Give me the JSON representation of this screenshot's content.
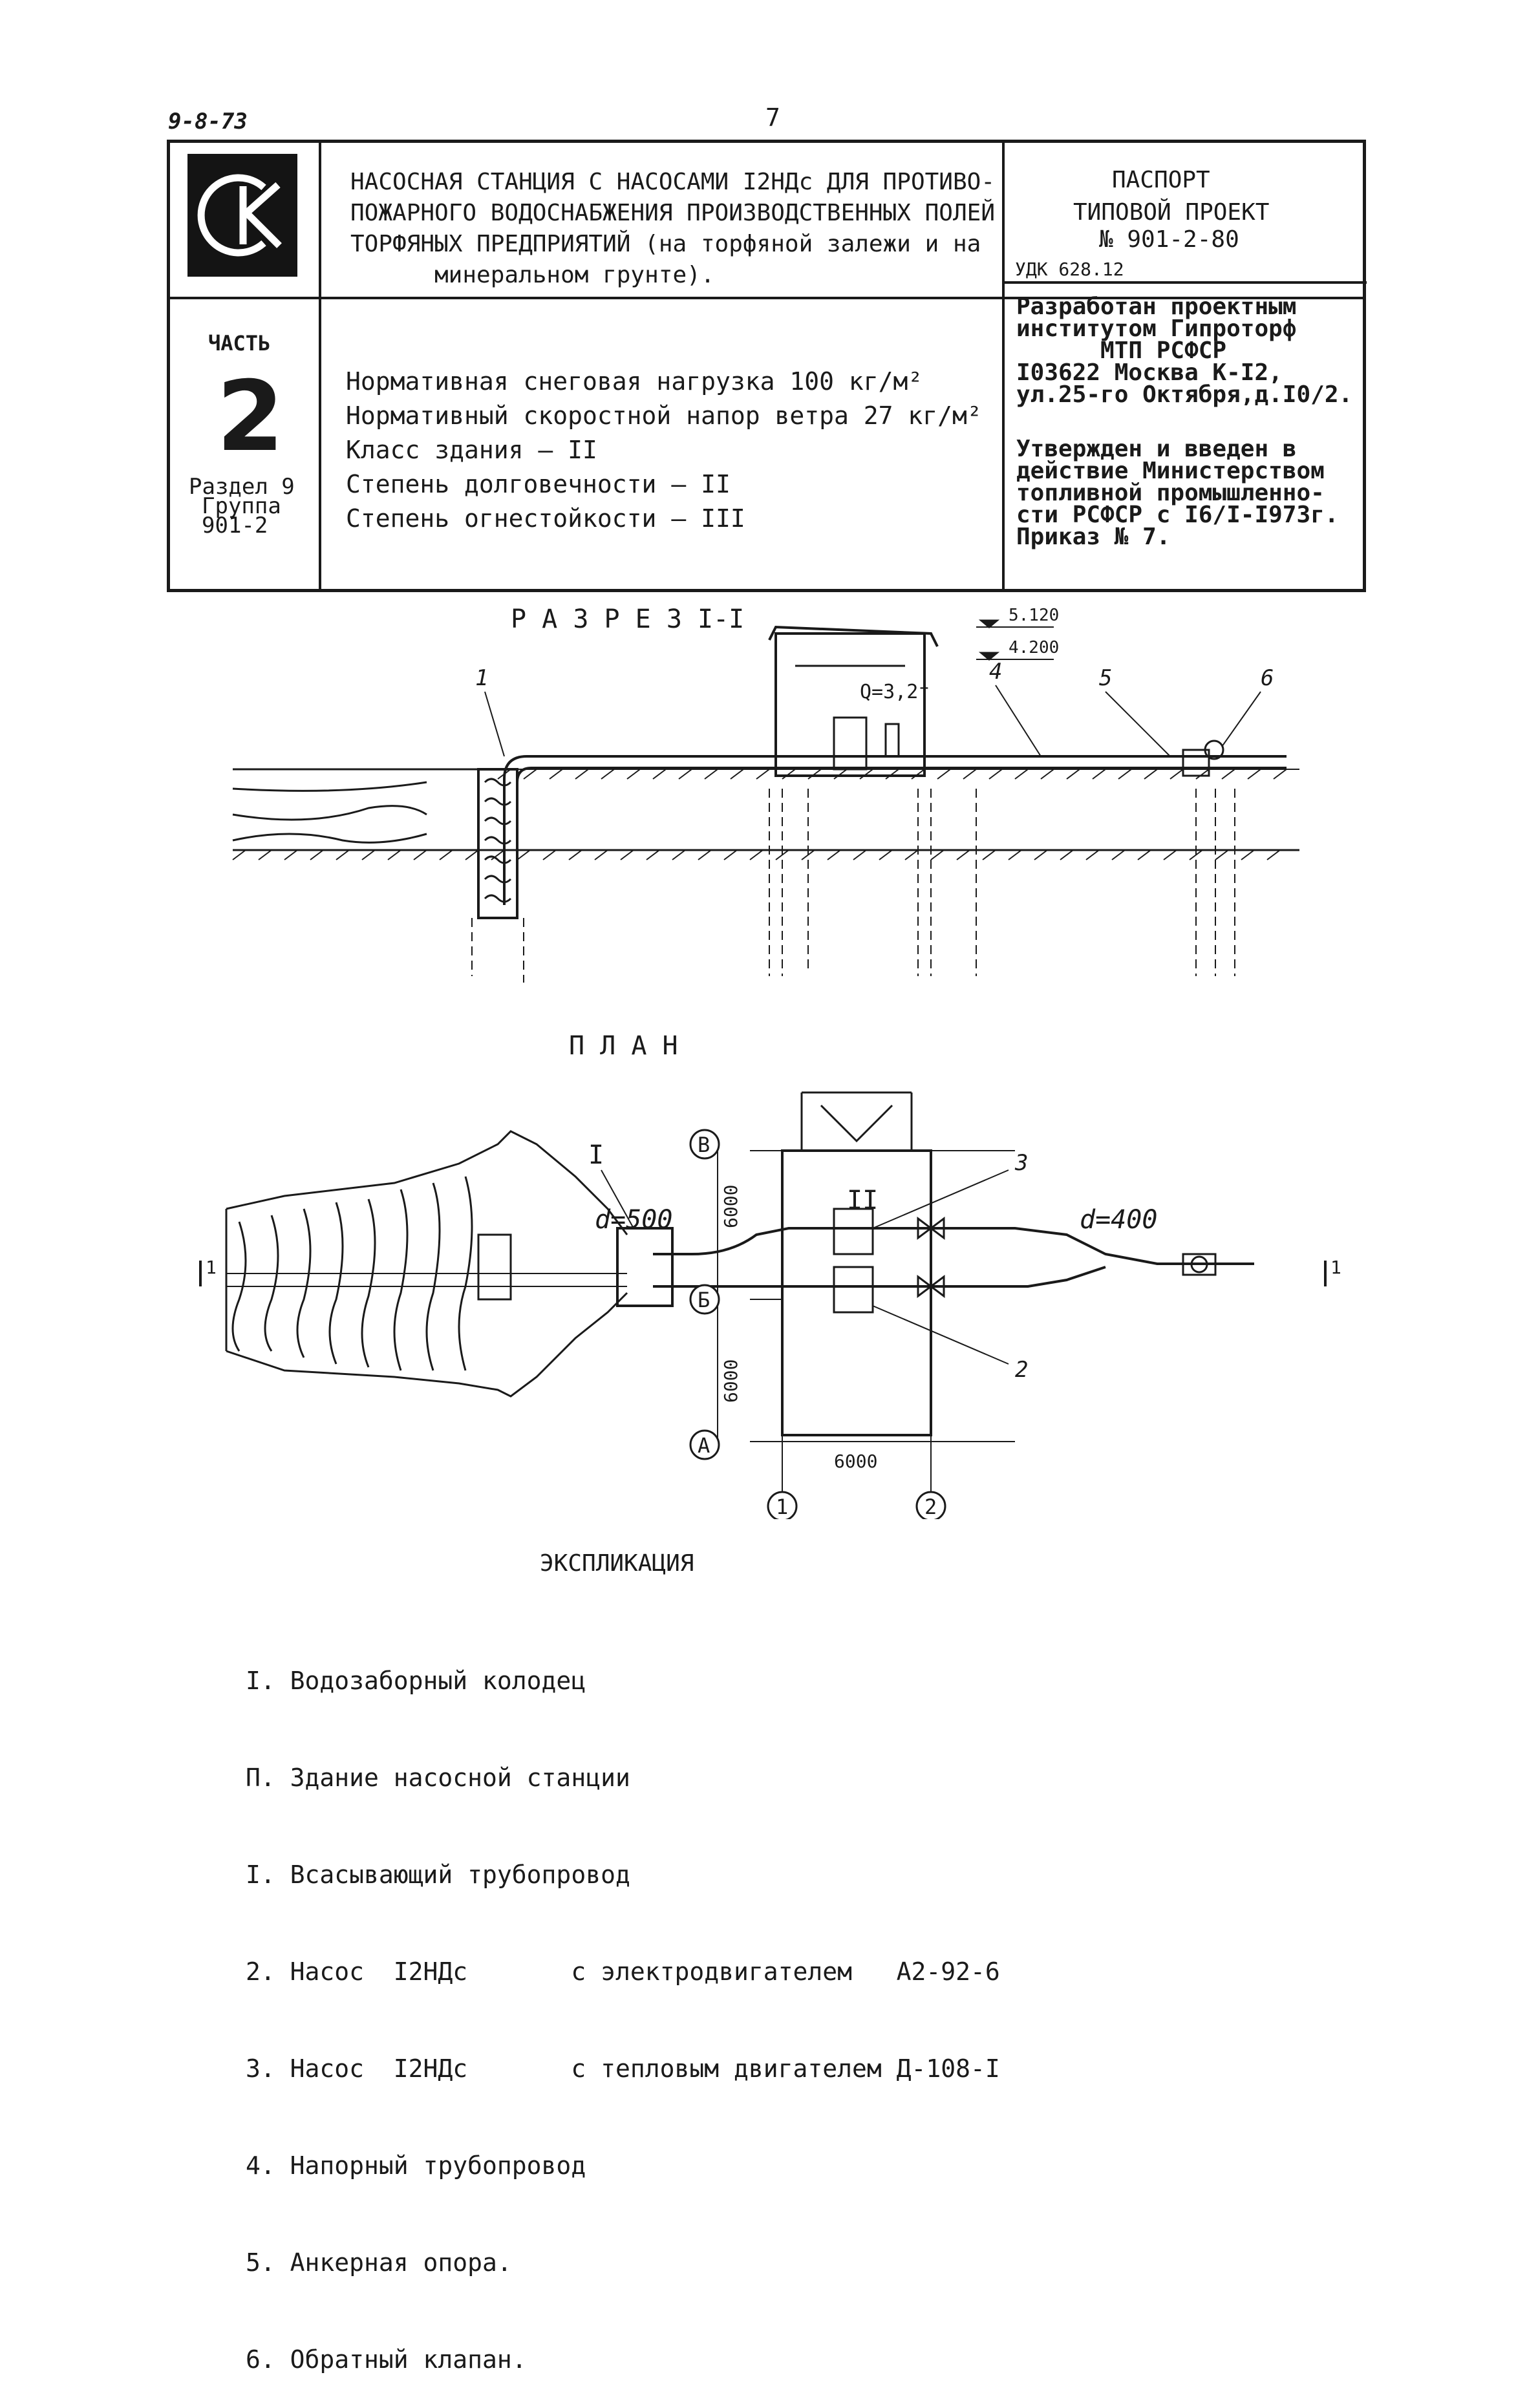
{
  "header": {
    "doc_code": "9-8-73",
    "page_number": "7"
  },
  "title_block": {
    "title_lines": [
      "НАСОСНАЯ СТАНЦИЯ С НАСОСАМИ I2НДс  ДЛЯ ПРОТИВО-",
      "ПОЖАРНОГО ВОДОСНАБЖЕНИЯ ПРОИЗВОДСТВЕННЫХ ПОЛЕЙ",
      "ТОРФЯНЫХ ПРЕДПРИЯТИЙ  (на торфяной залежи и на",
      "минеральном грунте)."
    ],
    "passport": "ПАСПОРТ",
    "project_type": "ТИПОВОЙ ПРОЕКТ",
    "project_number": "№ 901-2-80",
    "udk": "УДК 628.12",
    "part_label": "ЧАСТЬ",
    "part_number": "2",
    "section": "Раздел 9",
    "group": "Группа",
    "group_code": "901-2",
    "specs": [
      "Нормативная снеговая нагрузка  100 кг/м²",
      "Нормативный скоростной напор ветра 27 кг/м²",
      "Класс здания –  II",
      "Степень долговечности – II",
      "Степень огнестойкости – III"
    ],
    "developer_lines": [
      "Разработан проектным",
      "институтом Гипроторф",
      "      МТП РСФСР",
      "I03622 Москва К-I2,",
      "ул.25-го Октября,д.I0/2."
    ],
    "approval_lines": [
      "Утвержден и введен в",
      "действие Министерством",
      "топливной промышленно-",
      "сти РСФСР с I6/I-I973г.",
      "Приказ № 7."
    ]
  },
  "section_drawing": {
    "title": "Р А З Р Е З   I-I",
    "crane_label": "Q=3,2т",
    "elev_top": "5.120",
    "elev_2": "4.200",
    "callouts": [
      "1",
      "4",
      "5",
      "6"
    ]
  },
  "plan_drawing": {
    "title": "П Л А Н",
    "label_I": "I",
    "label_II": "II",
    "axis_B": "В",
    "axis_Б": "Б",
    "axis_A": "А",
    "axis_1": "1",
    "axis_2": "2",
    "dim_6000_top": "6000",
    "dim_6000_bottom": "6000",
    "dim_6000_horiz": "6000",
    "d500": "d=500",
    "d400": "d=400",
    "callout_3": "3",
    "callout_2": "2",
    "cut_left": "1",
    "cut_right": "1"
  },
  "explication": {
    "title": "ЭКСПЛИКАЦИЯ",
    "items": [
      "I. Водозаборный колодец",
      "П. Здание насосной станции",
      "I. Всасывающий трубопровод",
      "2. Насос  I2НДс       с электродвигателем   А2-92-6",
      "3. Насос  I2НДс       с тепловым двигателем Д-108-I",
      "4. Напорный трубопровод",
      "5. Анкерная опора.",
      "6. Обратный клапан."
    ]
  }
}
